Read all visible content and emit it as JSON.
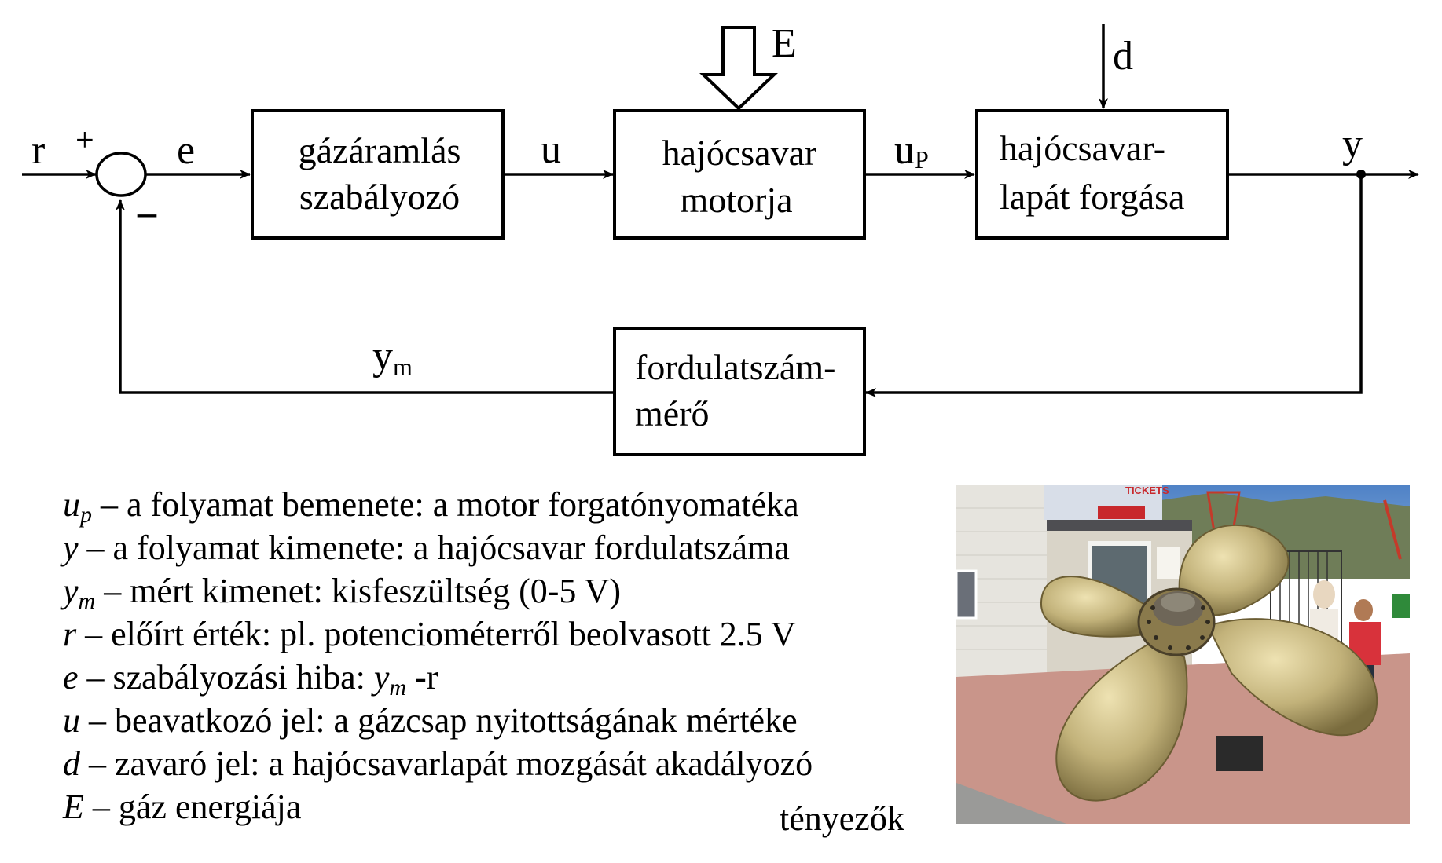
{
  "diagram": {
    "blocks": {
      "controller": [
        "gázáramlás",
        "szabályozó"
      ],
      "motor": [
        "hajócsavar",
        "motorja"
      ],
      "blade": [
        "hajócsavar-",
        "lapát forgása"
      ],
      "sensor": [
        "fordulatszám-",
        "mérő"
      ]
    },
    "signals": {
      "r": "r",
      "plus": "+",
      "minus": "–",
      "e": "e",
      "u": "u",
      "up_main": "u",
      "up_sub": "P",
      "y": "y",
      "ym_main": "y",
      "ym_sub": "m",
      "E": "E",
      "d": "d"
    }
  },
  "legend": [
    {
      "sym": "u",
      "sub": "p",
      "text": " – a folyamat bemenete: a motor forgatónyomatéka"
    },
    {
      "sym": "y",
      "sub": "",
      "text": " – a folyamat kimenete: a hajócsavar fordulatszáma"
    },
    {
      "sym": "y",
      "sub": "m",
      "text": " – mért kimenet: kisfeszültség (0-5 V)"
    },
    {
      "sym": "r",
      "sub": "",
      "text": " – előírt érték: pl. potenciométerről beolvasott 2.5 V"
    },
    {
      "sym": "e",
      "sub": "",
      "text": " – szabályozási hiba: ",
      "sym2": "y",
      "sub2": "m",
      "text2": " -r"
    },
    {
      "sym": "u",
      "sub": "",
      "text": " – beavatkozó jel: a gázcsap nyitottságának mértéke"
    },
    {
      "sym": "d",
      "sub": "",
      "text": " – zavaró jel: a hajócsavarlapát mozgását akadályozó"
    },
    {
      "sym": "E",
      "sub": "",
      "text": " – gáz energiája"
    }
  ],
  "legend_continuation": "tényezők",
  "photo": {
    "subject": "propeller-photo",
    "sign_text": "TICKETS",
    "sky_color": "#5f8fcf",
    "wall_color": "#e6e4de",
    "bronze_color": "#c2b27a",
    "pavement_color": "#c9958a"
  }
}
